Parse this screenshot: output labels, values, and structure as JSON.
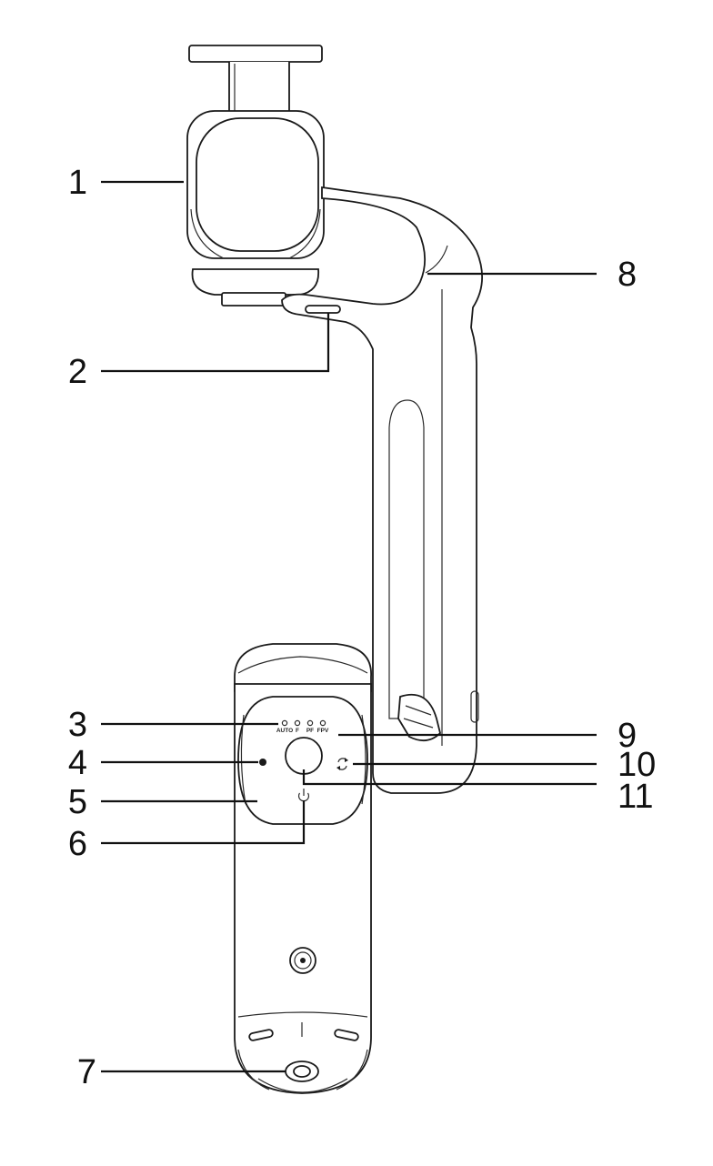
{
  "callouts": [
    {
      "number": "1",
      "part": "phone-clamp"
    },
    {
      "number": "2",
      "part": "clamp-release-slot"
    },
    {
      "number": "3",
      "part": "mode-indicators"
    },
    {
      "number": "4",
      "part": "status-led"
    },
    {
      "number": "5",
      "part": "control-panel"
    },
    {
      "number": "6",
      "part": "power-button"
    },
    {
      "number": "7",
      "part": "tripod-mount"
    },
    {
      "number": "8",
      "part": "extension-arm"
    },
    {
      "number": "9",
      "part": "mode-label-area"
    },
    {
      "number": "10",
      "part": "switch-button"
    },
    {
      "number": "11",
      "part": "shutter-button"
    }
  ],
  "mode_labels": [
    "AUTO",
    "F",
    "PF",
    "FPV"
  ],
  "icons": {
    "power": "power-icon",
    "switch": "rotate-icon",
    "pairing": "target-icon"
  },
  "colors": {
    "outline": "#1a1a1a",
    "background": "#ffffff"
  }
}
